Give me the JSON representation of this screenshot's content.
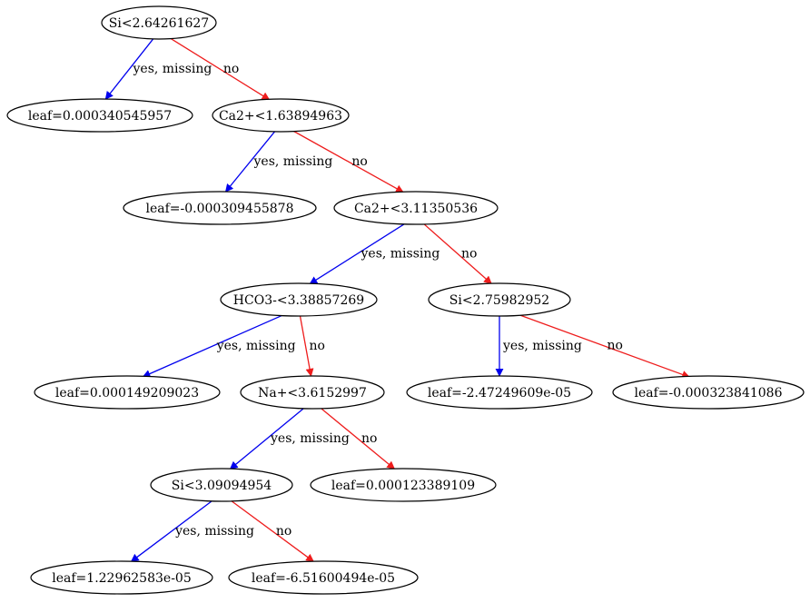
{
  "nodes": [
    {
      "id": "n0",
      "label": "Si<2.64261627"
    },
    {
      "id": "n1",
      "label": "leaf=0.000340545957"
    },
    {
      "id": "n2",
      "label": "Ca2+<1.63894963"
    },
    {
      "id": "n3",
      "label": "leaf=-0.000309455878"
    },
    {
      "id": "n4",
      "label": "Ca2+<3.11350536"
    },
    {
      "id": "n5",
      "label": "HCO3-<3.38857269"
    },
    {
      "id": "n6",
      "label": "Si<2.75982952"
    },
    {
      "id": "n7",
      "label": "leaf=0.000149209023"
    },
    {
      "id": "n8",
      "label": "Na+<3.6152997"
    },
    {
      "id": "n9",
      "label": "leaf=-2.47249609e-05"
    },
    {
      "id": "n10",
      "label": "leaf=-0.000323841086"
    },
    {
      "id": "n11",
      "label": "Si<3.09094954"
    },
    {
      "id": "n12",
      "label": "leaf=0.000123389109"
    },
    {
      "id": "n13",
      "label": "leaf=1.22962583e-05"
    },
    {
      "id": "n14",
      "label": "leaf=-6.51600494e-05"
    }
  ],
  "edges": [
    {
      "from": "n0",
      "to": "n1",
      "label": "yes, missing",
      "kind": "yes"
    },
    {
      "from": "n0",
      "to": "n2",
      "label": "no",
      "kind": "no"
    },
    {
      "from": "n2",
      "to": "n3",
      "label": "yes, missing",
      "kind": "yes"
    },
    {
      "from": "n2",
      "to": "n4",
      "label": "no",
      "kind": "no"
    },
    {
      "from": "n4",
      "to": "n5",
      "label": "yes, missing",
      "kind": "yes"
    },
    {
      "from": "n4",
      "to": "n6",
      "label": "no",
      "kind": "no"
    },
    {
      "from": "n5",
      "to": "n7",
      "label": "yes, missing",
      "kind": "yes"
    },
    {
      "from": "n5",
      "to": "n8",
      "label": "no",
      "kind": "no"
    },
    {
      "from": "n6",
      "to": "n9",
      "label": "yes, missing",
      "kind": "yes"
    },
    {
      "from": "n6",
      "to": "n10",
      "label": "no",
      "kind": "no"
    },
    {
      "from": "n8",
      "to": "n11",
      "label": "yes, missing",
      "kind": "yes"
    },
    {
      "from": "n8",
      "to": "n12",
      "label": "no",
      "kind": "no"
    },
    {
      "from": "n11",
      "to": "n13",
      "label": "yes, missing",
      "kind": "yes"
    },
    {
      "from": "n11",
      "to": "n14",
      "label": "no",
      "kind": "no"
    }
  ],
  "colors": {
    "yes": "#0000ee",
    "no": "#ee1c1c",
    "node_stroke": "#000000",
    "background": "#ffffff"
  }
}
